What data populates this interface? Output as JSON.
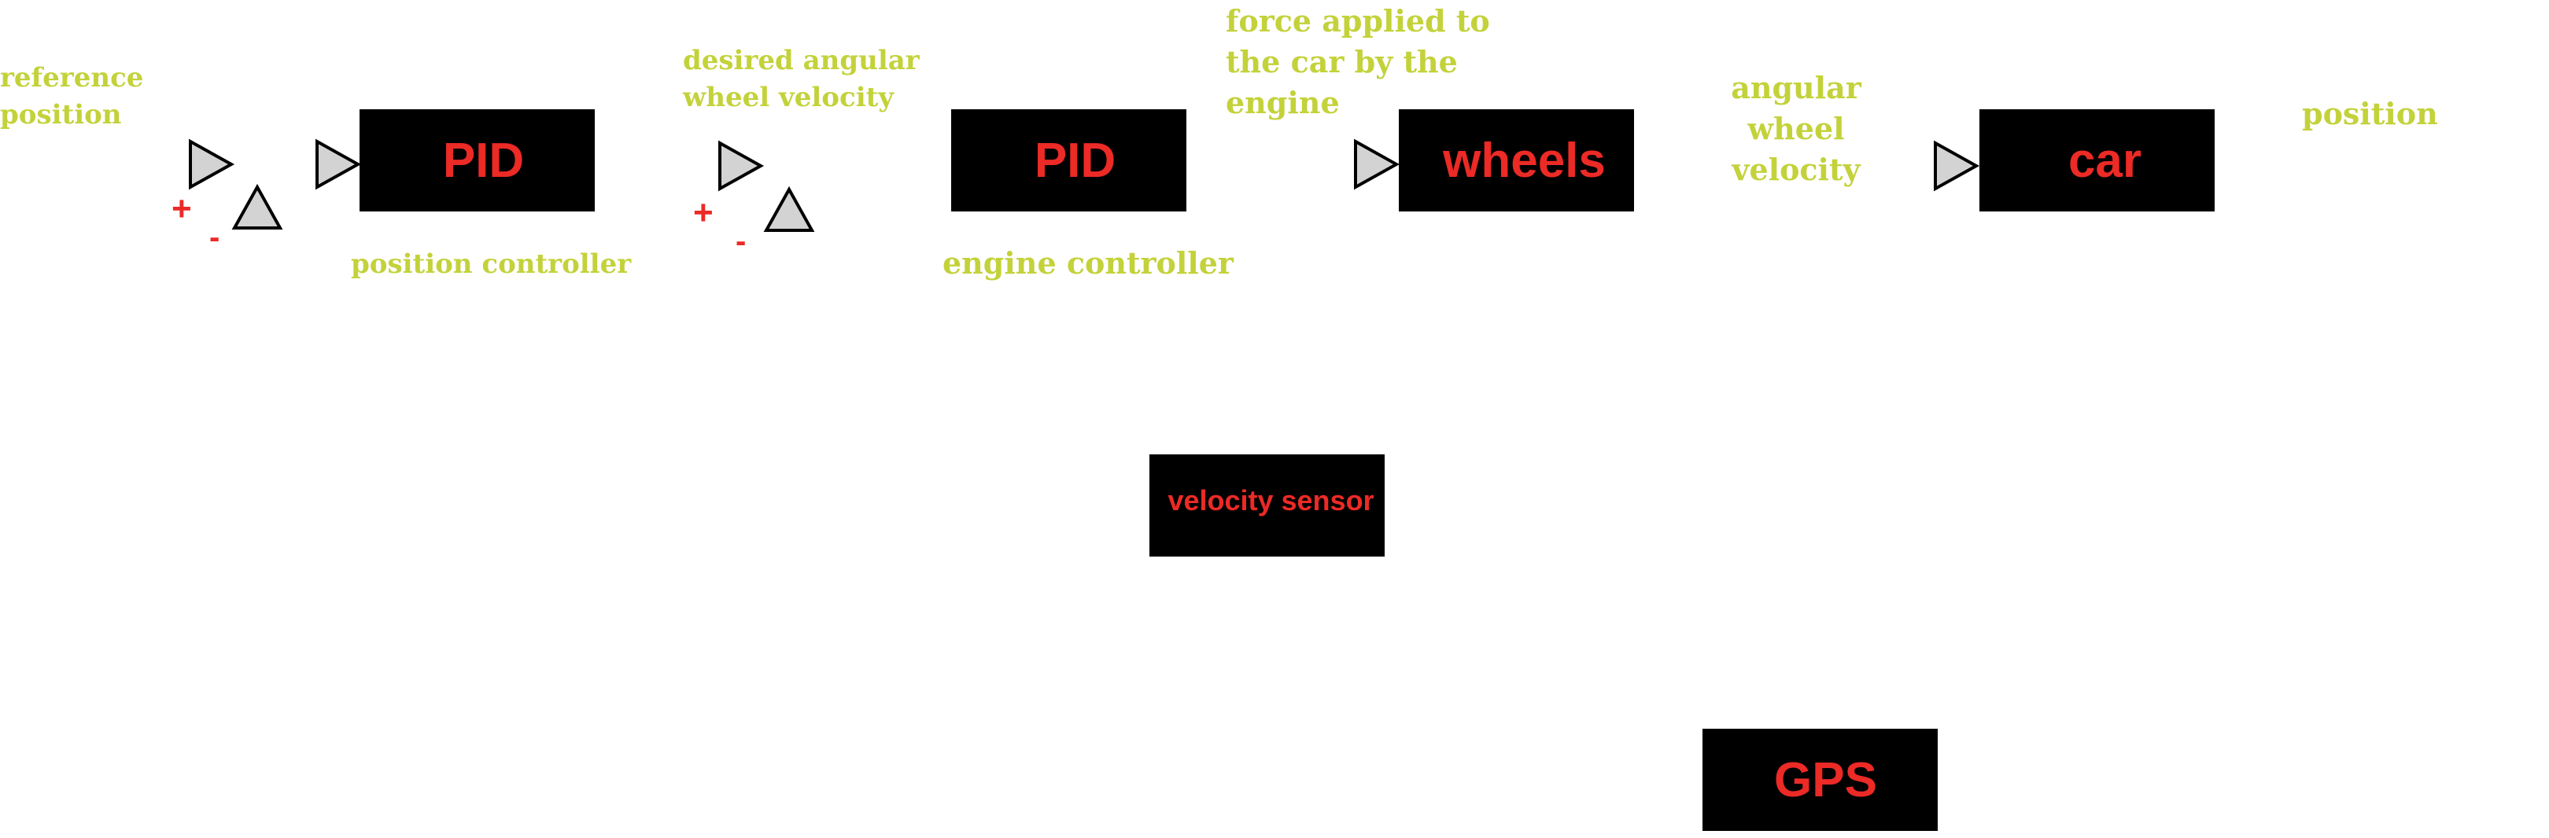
{
  "blocks": {
    "position_pid": "PID",
    "engine_pid": "PID",
    "wheels": "wheels",
    "car": "car",
    "velocity_sensor": "velocity sensor",
    "gps": "GPS"
  },
  "labels": {
    "reference_position": "reference\nposition",
    "position_controller": "position controller",
    "desired_angular_wheel_velocity": "desired angular\nwheel velocity",
    "engine_controller": "engine controller",
    "force_applied": "force applied to\nthe car by the\nengine",
    "angular_wheel_velocity": "angular wheel\nvelocity",
    "position": "position"
  },
  "signs": {
    "plus": "+",
    "minus": "-"
  },
  "icons": {
    "arrow_right": "triangle-right-icon",
    "arrow_up": "triangle-up-icon"
  },
  "colors": {
    "block_fill": "#000000",
    "block_text": "#ec2a26",
    "label_text": "#c3d23a",
    "sign_text": "#ec2a26",
    "arrow_fill": "#d3d3d3",
    "arrow_stroke": "#000000"
  }
}
